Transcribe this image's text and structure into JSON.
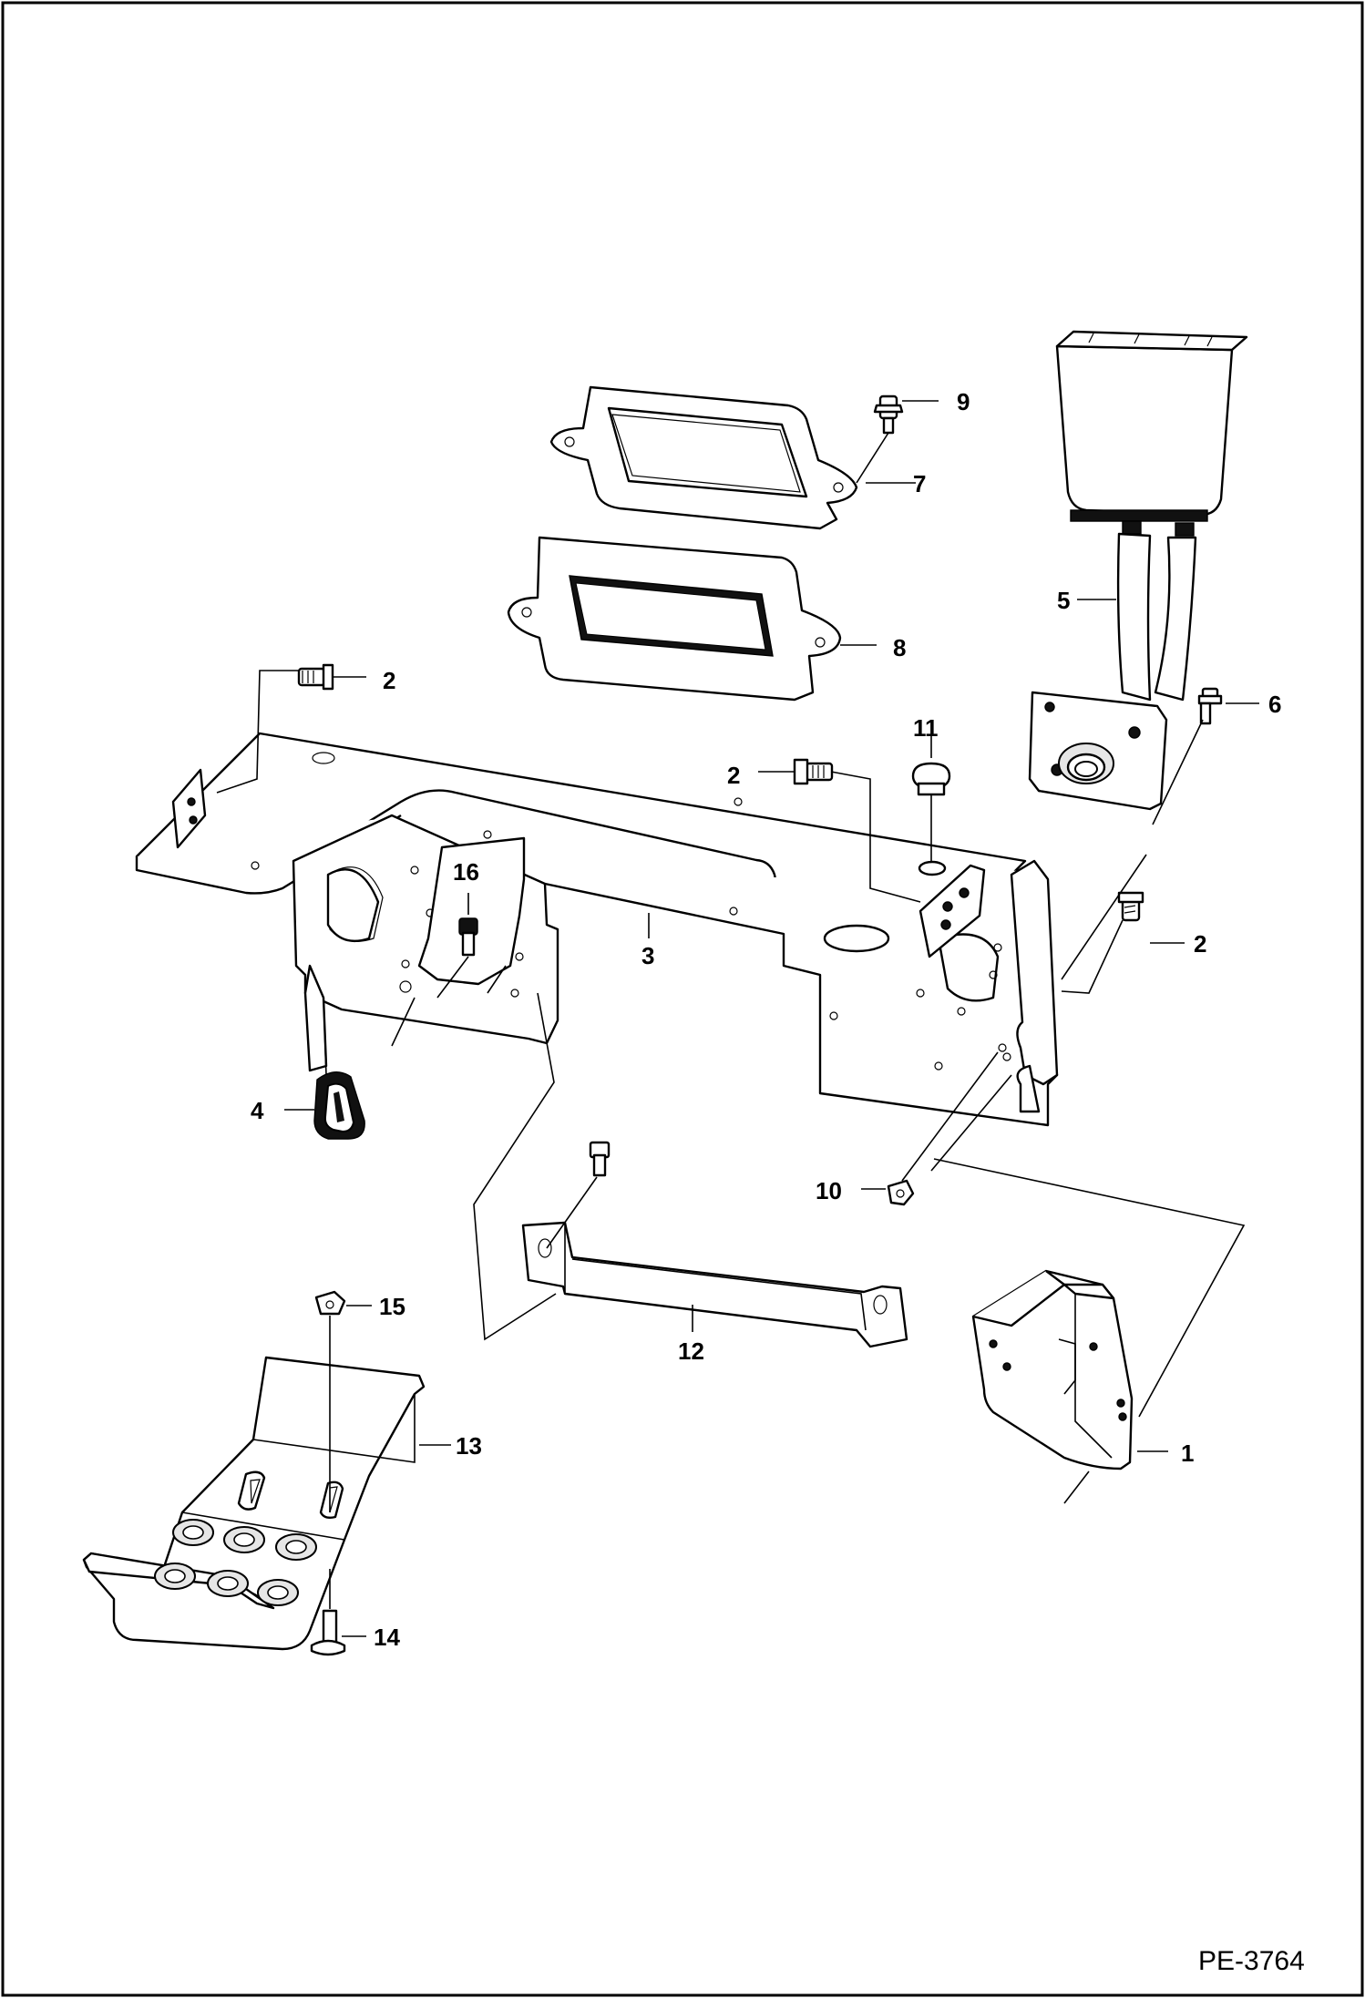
{
  "drawing": {
    "reference_number": "PE-3764",
    "callouts": [
      {
        "key": "c1",
        "label": "1"
      },
      {
        "key": "c2a",
        "label": "2"
      },
      {
        "key": "c2b",
        "label": "2"
      },
      {
        "key": "c2c",
        "label": "2"
      },
      {
        "key": "c3",
        "label": "3"
      },
      {
        "key": "c4",
        "label": "4"
      },
      {
        "key": "c5",
        "label": "5"
      },
      {
        "key": "c6",
        "label": "6"
      },
      {
        "key": "c7",
        "label": "7"
      },
      {
        "key": "c8",
        "label": "8"
      },
      {
        "key": "c9",
        "label": "9"
      },
      {
        "key": "c10",
        "label": "10"
      },
      {
        "key": "c11",
        "label": "11"
      },
      {
        "key": "c12",
        "label": "12"
      },
      {
        "key": "c13",
        "label": "13"
      },
      {
        "key": "c14",
        "label": "14"
      },
      {
        "key": "c15",
        "label": "15"
      },
      {
        "key": "c16",
        "label": "16"
      }
    ]
  }
}
